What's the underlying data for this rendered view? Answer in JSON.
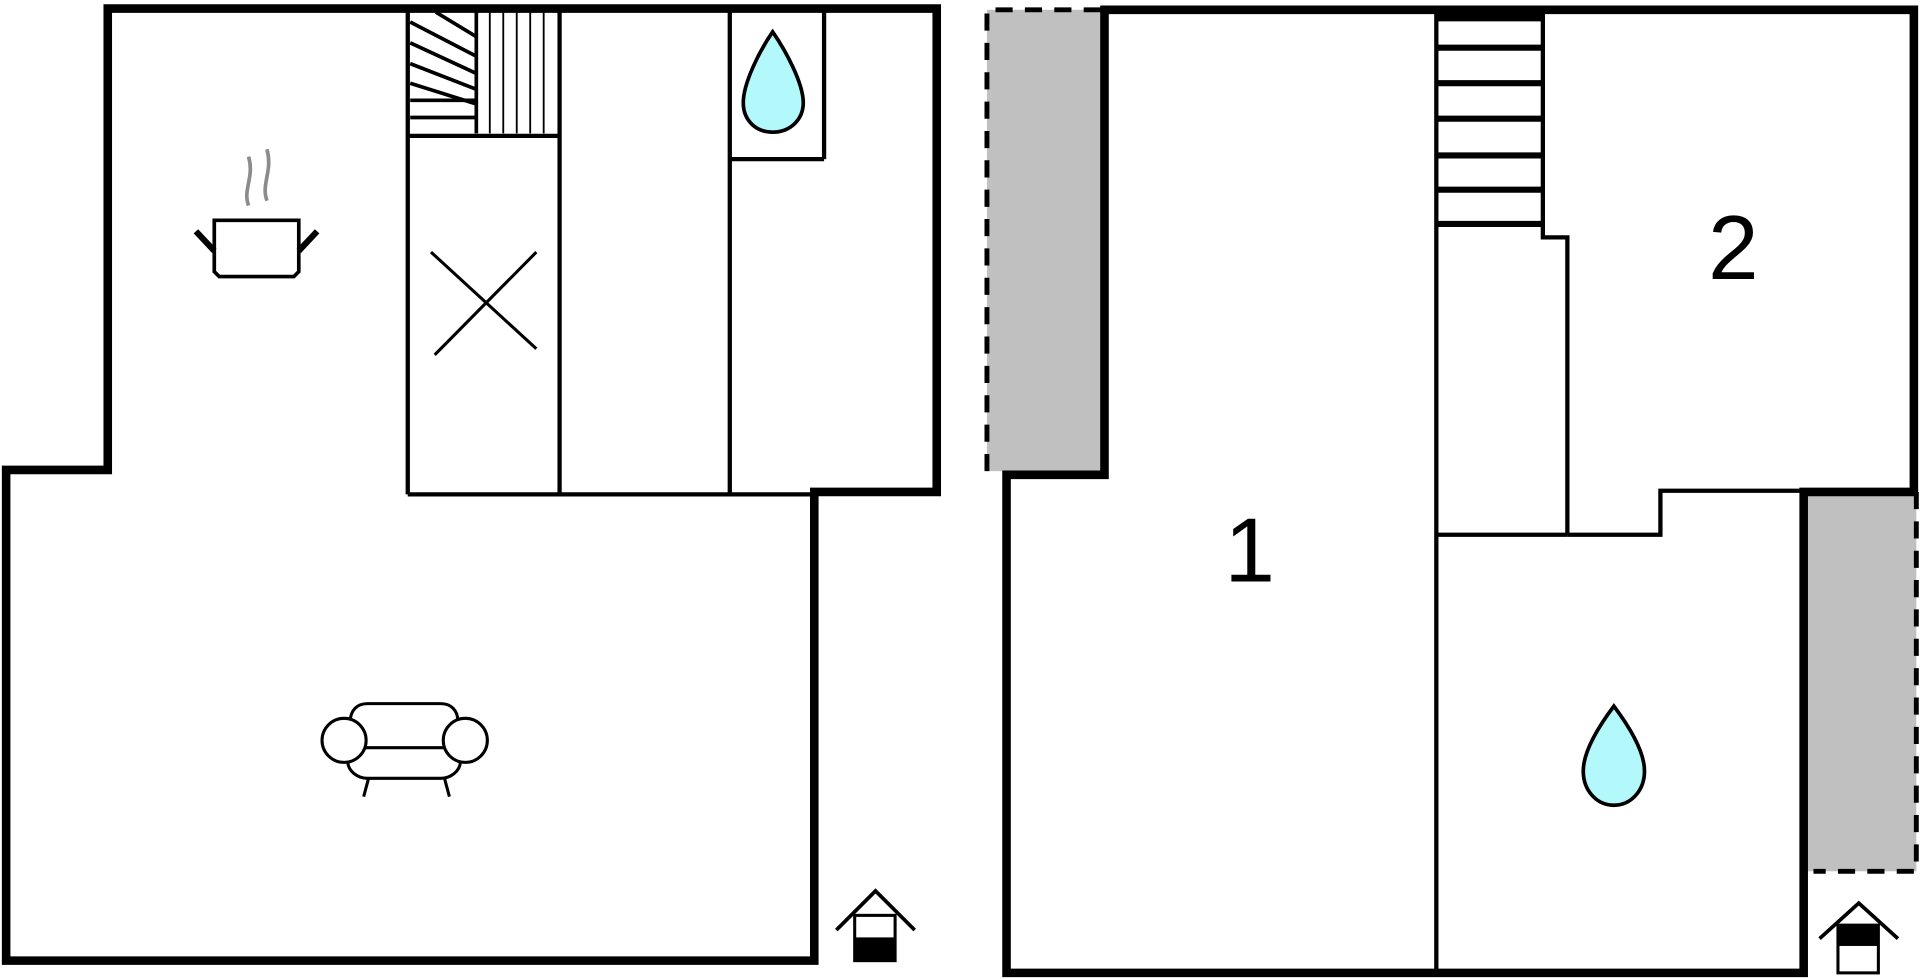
{
  "colors": {
    "wall": "#000000",
    "background": "#ffffff",
    "water": "#b3f9fb",
    "terrace": "#c0c0c0",
    "steam": "#8c8c8c"
  },
  "ground_floor": {
    "rooms": [
      {
        "type": "kitchen",
        "icon": "cooking-pot-icon"
      },
      {
        "type": "staircase",
        "icon": "spiral-stairs-icon"
      },
      {
        "type": "storage",
        "icon": "x-mark-icon"
      },
      {
        "type": "bathroom",
        "icon": "water-drop-icon"
      },
      {
        "type": "living-room",
        "icon": "armchair-icon"
      }
    ],
    "entrance": {
      "icon": "entrance-house-icon",
      "variant": "bottom-filled"
    }
  },
  "first_floor": {
    "rooms": [
      {
        "label": "1",
        "type": "bedroom"
      },
      {
        "label": "2",
        "type": "bedroom"
      },
      {
        "type": "staircase",
        "icon": "straight-stairs-icon"
      },
      {
        "type": "bathroom",
        "icon": "water-drop-icon"
      }
    ],
    "terraces": [
      {
        "position": "left",
        "style": "dashed"
      },
      {
        "position": "right",
        "style": "dashed"
      }
    ],
    "entrance": {
      "icon": "entrance-house-icon",
      "variant": "top-filled"
    }
  }
}
